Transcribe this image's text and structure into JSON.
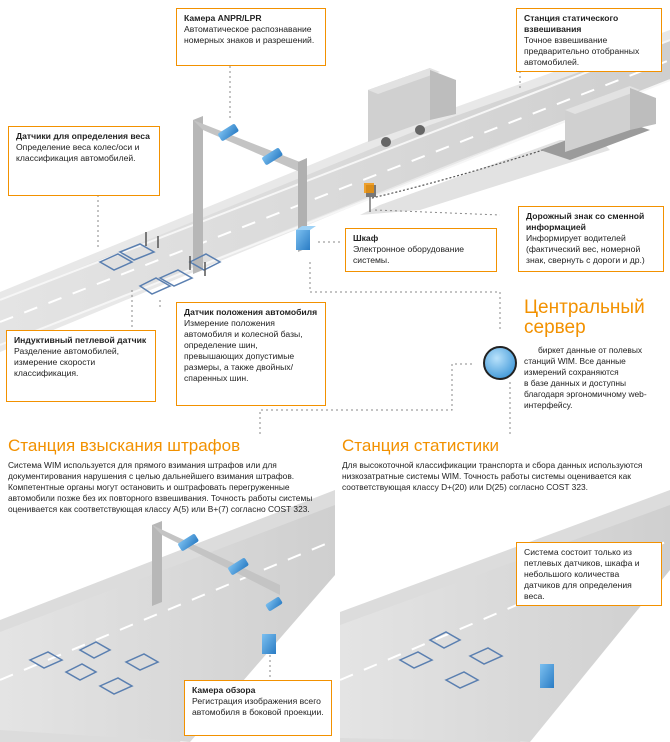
{
  "callouts": {
    "anpr": {
      "title": "Камера ANPR/LPR",
      "text": "Автоматическое распознавание номерных знаков и разрешений."
    },
    "static": {
      "title": "Станция статического взвешивания",
      "text": "Точное взвешивание предварительно отобранных автомобилей."
    },
    "weight_sensors": {
      "title": "Датчики для определения веса",
      "text": "Определение веса колес/оси и классификация автомобилей."
    },
    "vms": {
      "title": "Дорожный знак со сменной информацией",
      "text": "Информирует водителей (фактический вес, номерной знак, свернуть с дороги и др.)"
    },
    "cabinet": {
      "title": "Шкаф",
      "text": "Электронное оборудование системы."
    },
    "position": {
      "title": "Датчик положения автомобиля",
      "text": "Измерение положения автомобиля и колесной базы, определение шин, превышающих допустимые размеры, а также двойных/спаренных шин."
    },
    "loop": {
      "title": "Индуктивный петлевой датчик",
      "text": "Разделение автомобилей, измерение скорости классификация."
    },
    "overview": {
      "title": "Камера обзора",
      "text": "Регистрация изображения всего автомобиля в боковой проекции."
    },
    "system": {
      "title": "",
      "text": "Система состоит только из петлевых датчиков, шкафа и небольшого количества датчиков для определения веса."
    }
  },
  "server": {
    "title_line1": "Центральный",
    "title_line2": "сервер",
    "text_line1": "биркет данные от полевых",
    "text_line2": "станций WIM. Все данные",
    "text_line3": "измерений сохраняются",
    "text_line4": "в базе данных и доступны",
    "text_line5": "благодаря эргономичному web-",
    "text_line6": "интерфейсу."
  },
  "fine_station": {
    "heading": "Станция взыскания штрафов",
    "text": "Система WIM используется для прямого взимания штрафов или для документирования нарушения с целью дальнейшего взимания штрафов. Компетентные органы могут остановить и оштрафовать перегруженные автомобили позже без их повторного взвешивания. Точность работы системы оценивается как соответствующая классу A(5) или B+(7) согласно COST 323."
  },
  "stats_station": {
    "heading": "Станция статистики",
    "text": "Для высокоточной классификации транспорта и сбора данных используются низкозатратные системы WIM. Точность работы системы оценивается как соответствующая классу D+(20) или D(25) согласно COST 323."
  },
  "colors": {
    "accent": "#f29100",
    "road": "#d9d9d9",
    "road_edge": "#c6c6c6",
    "device": "#3a8fd6",
    "server": "#6ab4e6"
  }
}
